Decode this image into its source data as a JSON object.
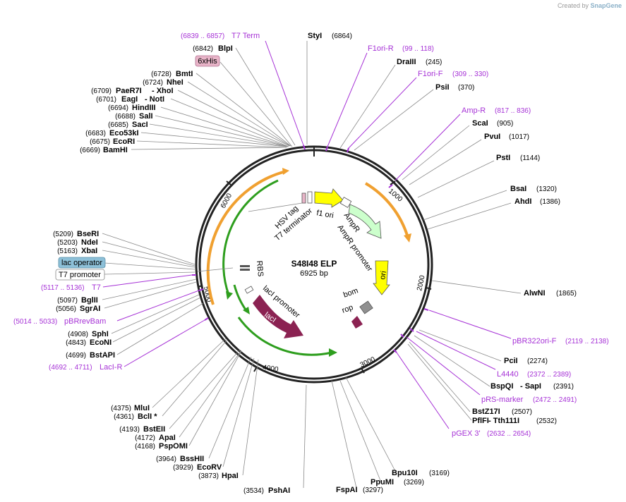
{
  "credit": {
    "prefix": "Created by",
    "brand": "SnapGene"
  },
  "plasmid": {
    "name": "S48I48 ELP",
    "length": "6925 bp"
  },
  "ticks": [
    "1000",
    "2000",
    "3000",
    "4000",
    "5000",
    "6000"
  ],
  "features": {
    "f1_ori": "f1 ori",
    "hsv_tag": "HSV tag",
    "t7_terminator": "T7 terminator",
    "ampr": "AmpR",
    "ampr_promoter": "AmpR promoter",
    "ori": "ori",
    "bom": "bom",
    "rop": "rop",
    "laci": "lacI",
    "laci_promoter": "lacI promoter",
    "rbs": "RBS"
  },
  "boxed": {
    "his6": "6xHis",
    "lac_operator": "lac operator",
    "t7_promoter": "T7 promoter"
  },
  "right_labels": [
    {
      "name": "StyI",
      "pos": "(6864)"
    },
    {
      "name": "DraIII",
      "pos": "(245)"
    },
    {
      "name": "PsiI",
      "pos": "(370)"
    },
    {
      "name": "ScaI",
      "pos": "(905)"
    },
    {
      "name": "PvuI",
      "pos": "(1017)"
    },
    {
      "name": "PstI",
      "pos": "(1144)"
    },
    {
      "name": "BsaI",
      "pos": "(1320)"
    },
    {
      "name": "AhdI",
      "pos": "(1386)"
    },
    {
      "name": "AlwNI",
      "pos": "(1865)"
    },
    {
      "name": "PciI",
      "pos": "(2274)"
    },
    {
      "name": "BspQI",
      "pos": "- SapI",
      "pos2": "(2391)"
    },
    {
      "name": "BstZ17I",
      "pos": "(2507)"
    },
    {
      "name": "PflFI",
      "pos": "- Tth111I",
      "pos2": "(2532)"
    },
    {
      "name": "Bpu10I",
      "pos": "(3169)"
    },
    {
      "name": "PpuMI",
      "pos": "(3269)"
    },
    {
      "name": "FspAI",
      "pos": "(3297)"
    },
    {
      "name": "PshAI",
      "pos": "(3534)"
    }
  ],
  "left_labels": [
    {
      "pos": "(6842)",
      "name": "BlpI"
    },
    {
      "pos": "(6728)",
      "name": "BmtI"
    },
    {
      "pos": "(6724)",
      "name": "NheI"
    },
    {
      "pos": "(6709)",
      "name": "PaeR7I",
      "extra": "- XhoI"
    },
    {
      "pos": "(6701)",
      "name": "EagI",
      "extra": "- NotI"
    },
    {
      "pos": "(6694)",
      "name": "HindIII"
    },
    {
      "pos": "(6688)",
      "name": "SalI"
    },
    {
      "pos": "(6685)",
      "name": "SacI"
    },
    {
      "pos": "(6683)",
      "name": "Eco53kI"
    },
    {
      "pos": "(6675)",
      "name": "EcoRI"
    },
    {
      "pos": "(6669)",
      "name": "BamHI"
    },
    {
      "pos": "(5209)",
      "name": "BseRI"
    },
    {
      "pos": "(5203)",
      "name": "NdeI"
    },
    {
      "pos": "(5163)",
      "name": "XbaI"
    },
    {
      "pos": "(5097)",
      "name": "BglII"
    },
    {
      "pos": "(5056)",
      "name": "SgrAI"
    },
    {
      "pos": "(4908)",
      "name": "SphI"
    },
    {
      "pos": "(4843)",
      "name": "EcoNI"
    },
    {
      "pos": "(4699)",
      "name": "BstAPI"
    },
    {
      "pos": "(4375)",
      "name": "MluI"
    },
    {
      "pos": "(4361)",
      "name": "BclI *"
    },
    {
      "pos": "(4193)",
      "name": "BstEII"
    },
    {
      "pos": "(4172)",
      "name": "ApaI"
    },
    {
      "pos": "(4168)",
      "name": "PspOMI"
    },
    {
      "pos": "(3964)",
      "name": "BssHII"
    },
    {
      "pos": "(3929)",
      "name": "EcoRV"
    },
    {
      "pos": "(3873)",
      "name": "HpaI"
    }
  ],
  "primers": [
    {
      "range": "(6839 .. 6857)",
      "name": "T7 Term"
    },
    {
      "name": "F1ori-R",
      "range": "(99 .. 118)"
    },
    {
      "name": "F1ori-F",
      "range": "(309 .. 330)"
    },
    {
      "name": "Amp-R",
      "range": "(817 .. 836)"
    },
    {
      "name": "pBR322ori-F",
      "range": "(2119 .. 2138)"
    },
    {
      "name": "L4440",
      "range": "(2372 .. 2389)"
    },
    {
      "name": "pRS-marker",
      "range": "(2472 .. 2491)"
    },
    {
      "name": "pGEX 3'",
      "range": "(2632 .. 2654)"
    },
    {
      "range": "(5117 .. 5136)",
      "name": "T7"
    },
    {
      "range": "(5014 .. 5033)",
      "name": "pBRrevBam"
    },
    {
      "range": "(4692 .. 4711)",
      "name": "LacI-R"
    }
  ],
  "colors": {
    "primer": "#a632d6",
    "f1_ori": "#ffff00",
    "ampr": "#ccffcc",
    "ori": "#ffff00",
    "laci": "#8b2252",
    "orange_arc": "#f0a030",
    "green_arc": "#2e9e1e",
    "rop": "#8b2252",
    "bom": "#909090",
    "his_box": "#e8b4c8",
    "lac_op_box": "#8dc0d8"
  }
}
